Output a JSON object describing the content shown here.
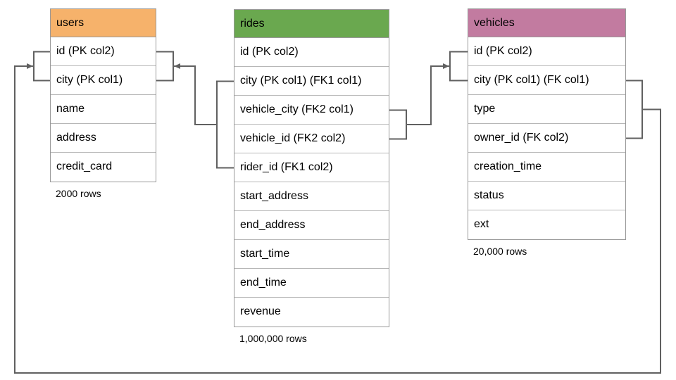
{
  "diagram": {
    "tables": [
      {
        "name": "users",
        "header_color": "#f6b26b",
        "rows": [
          "id (PK col2)",
          "city (PK col1)",
          "name",
          "address",
          "credit_card"
        ],
        "row_count": "2000 rows"
      },
      {
        "name": "rides",
        "header_color": "#6aa84f",
        "rows": [
          "id (PK col2)",
          "city (PK col1) (FK1 col1)",
          "vehicle_city (FK2 col1)",
          "vehicle_id (FK2 col2)",
          "rider_id (FK1 col2)",
          "start_address",
          "end_address",
          "start_time",
          "end_time",
          "revenue"
        ],
        "row_count": "1,000,000 rows"
      },
      {
        "name": "vehicles",
        "header_color": "#c27ba0",
        "rows": [
          "id (PK col2)",
          "city (PK col1) (FK col1)",
          "type",
          "owner_id (FK col2)",
          "creation_time",
          "status",
          "ext"
        ],
        "row_count": "20,000 rows"
      }
    ],
    "relationships": [
      {
        "name": "FK1",
        "from": "rides (city, rider_id)",
        "to": "users (id, city)"
      },
      {
        "name": "FK2",
        "from": "rides (vehicle_city, vehicle_id)",
        "to": "vehicles (id, city)"
      },
      {
        "name": "FK",
        "from": "vehicles (city, owner_id)",
        "to": "users (id, city)"
      }
    ],
    "colors": {
      "users_header": "#f6b26b",
      "rides_header": "#6aa84f",
      "vehicles_header": "#c27ba0",
      "connector": "#606060",
      "row_border": "#b7b7b7"
    }
  }
}
